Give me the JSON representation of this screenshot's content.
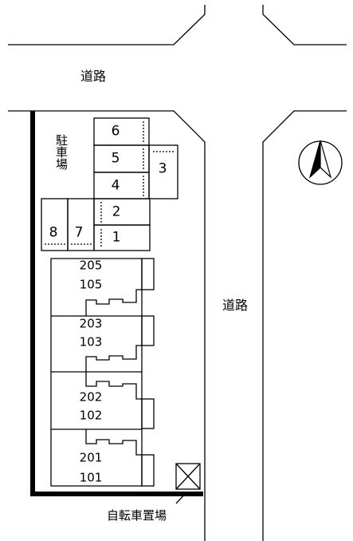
{
  "roads": {
    "top": "道路",
    "right": "道路"
  },
  "parking": {
    "label": "駐車場",
    "slots": [
      "1",
      "2",
      "3",
      "4",
      "5",
      "6",
      "7",
      "8"
    ]
  },
  "rooms": [
    "205",
    "105",
    "203",
    "103",
    "202",
    "102",
    "201",
    "101"
  ],
  "bicycle_parking": "自転車置場",
  "compass": {
    "icon": "north-arrow-icon"
  }
}
